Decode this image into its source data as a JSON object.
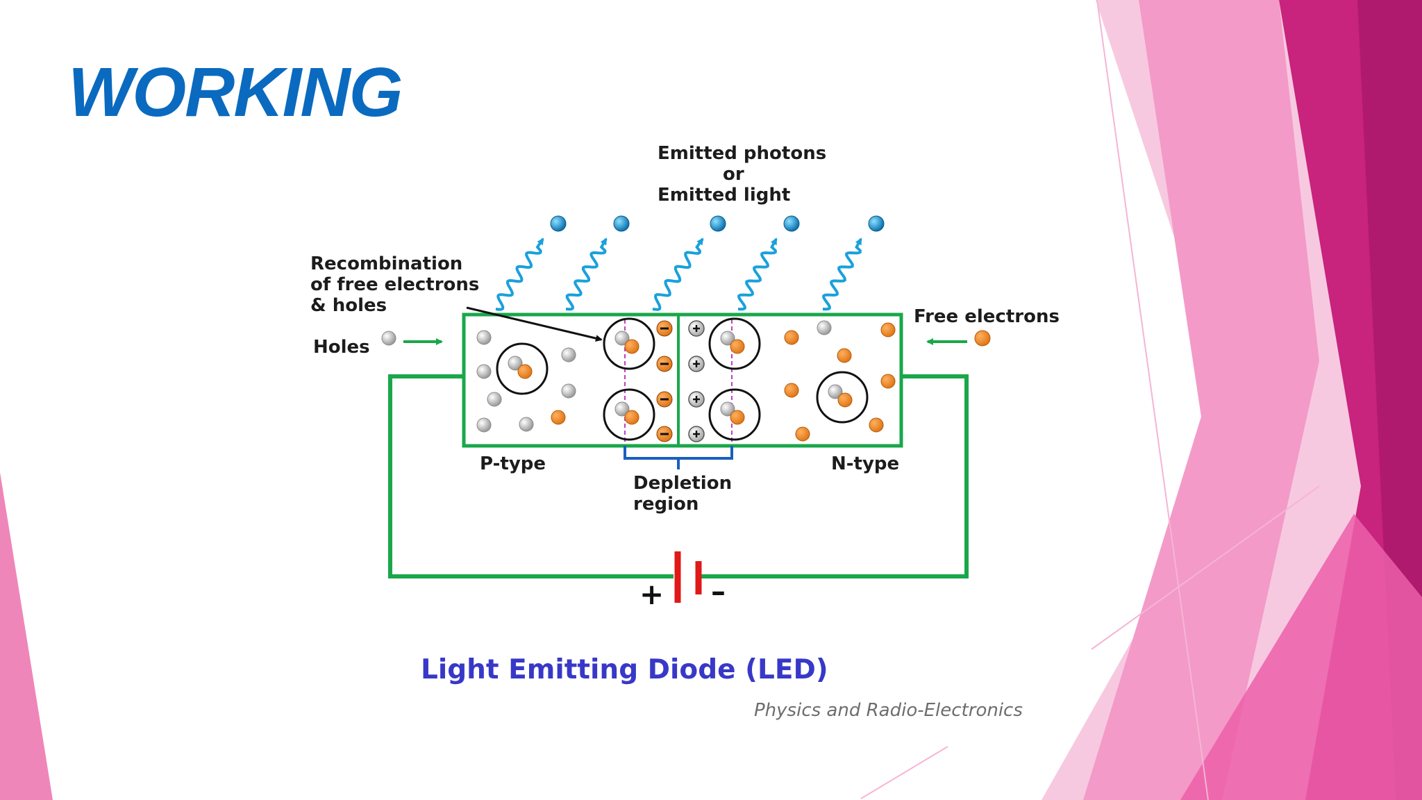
{
  "slide": {
    "title": "WORKING",
    "accent_color": "#0a6abf",
    "decor_colors": [
      "#f7c9e0",
      "#f39ac8",
      "#ec5fa9",
      "#c8237d",
      "#b01a6e"
    ]
  },
  "diagram": {
    "emitted_label": [
      "Emitted photons",
      "or",
      "Emitted light"
    ],
    "recombination_label": [
      "Recombination",
      "of free electrons",
      "& holes"
    ],
    "holes_label": "Holes",
    "free_electrons_label": "Free electrons",
    "p_type_label": "P-type",
    "n_type_label": "N-type",
    "depletion_label": [
      "Depletion",
      "region"
    ],
    "battery_plus": "+",
    "battery_minus": "–",
    "caption": "Light Emitting Diode (LED)",
    "credit": "Physics and Radio-Electronics",
    "colors": {
      "circuit": "#19a74a",
      "photon": "#1aa0dc",
      "wave": "#1aa0dc",
      "electron": "#e07818",
      "hole": "#d0d0d0",
      "battery": "#e01818",
      "arrow": "#19a74a",
      "caption": "#3838c8"
    },
    "icons": {
      "photon": "photon-icon",
      "electron": "electron-icon",
      "hole": "hole-icon",
      "positive_ion": "plus-ion-icon",
      "negative_ion": "minus-ion-icon",
      "recombination": "recombination-icon",
      "battery": "battery-icon",
      "wave": "photon-wave-icon"
    }
  }
}
